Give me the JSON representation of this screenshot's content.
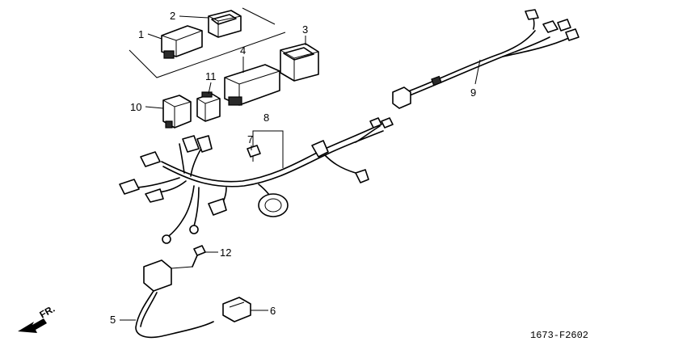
{
  "callouts": {
    "c1": "1",
    "c2": "2",
    "c3": "3",
    "c4": "4",
    "c5": "5",
    "c6": "6",
    "c7": "7",
    "c8": "8",
    "c9": "9",
    "c10": "10",
    "c11": "11",
    "c12": "12"
  },
  "front_arrow_label": "FR.",
  "diagram_code": "1673-F2602"
}
